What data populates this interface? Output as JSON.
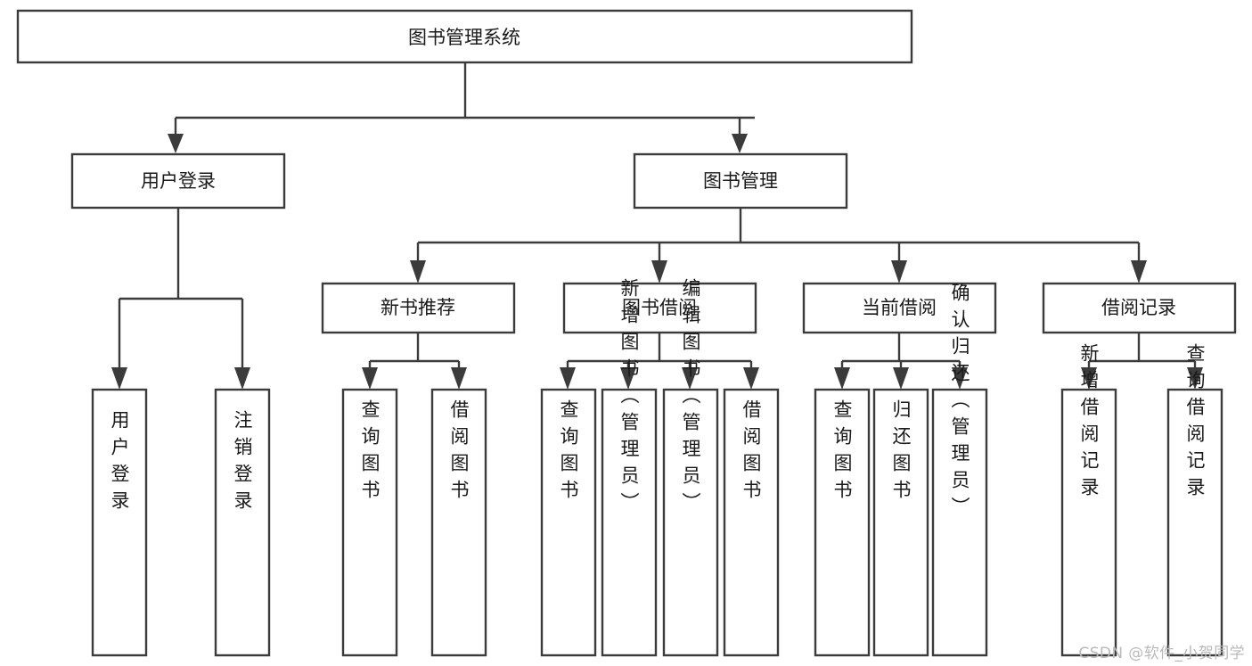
{
  "diagram": {
    "type": "tree-hierarchy-chart",
    "title": "图书管理系统",
    "watermark": "CSDN @软件_小贺同学",
    "colors": {
      "background": "#ffffff",
      "box_fill": "#ffffff",
      "box_stroke": "#3b3b3b",
      "text": "#1a1a1a",
      "watermark": "#b9b9b9"
    },
    "root": {
      "label": "图书管理系统"
    },
    "level2": [
      {
        "label": "用户登录"
      },
      {
        "label": "图书管理"
      }
    ],
    "level3": [
      {
        "label": "新书推荐"
      },
      {
        "label": "图书借阅"
      },
      {
        "label": "当前借阅"
      },
      {
        "label": "借阅记录"
      }
    ],
    "leaves": {
      "user_login": [
        {
          "label": "用户登录"
        },
        {
          "label": "注销登录"
        }
      ],
      "new_book": [
        {
          "label": "查询图书"
        },
        {
          "label": "借阅图书"
        }
      ],
      "book_borrow": [
        {
          "label": "查询图书"
        },
        {
          "label": "新增图书（管理员）"
        },
        {
          "label": "编辑图书（管理员）"
        },
        {
          "label": "借阅图书"
        }
      ],
      "current_borrow": [
        {
          "label": "查询图书"
        },
        {
          "label": "归还图书"
        },
        {
          "label": "确认归还（管理员）"
        }
      ],
      "borrow_record": [
        {
          "label": "新增借阅记录"
        },
        {
          "label": "查询借阅记录"
        }
      ]
    }
  }
}
